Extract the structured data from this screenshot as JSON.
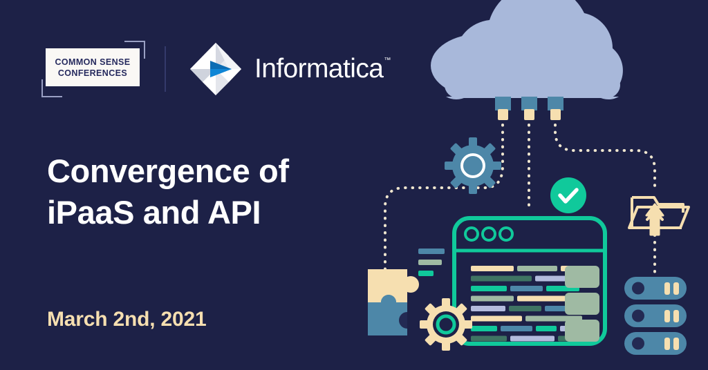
{
  "background_color": "#1d2147",
  "header": {
    "conference_logo": {
      "name": "common-sense-conferences",
      "line1": "COMMON SENSE",
      "line2": "CONFERENCES",
      "plate_color": "#faf8f5",
      "text_color": "#262a5e",
      "bracket_color": "#9aa0c4"
    },
    "divider_color": "#343a6b",
    "partner_logo": {
      "name": "informatica",
      "wordmark": "Informatica",
      "trademark": "™",
      "wordmark_color": "#ffffff",
      "mark_accent_color": "#0a6cb4",
      "mark_light_color": "#ffffff",
      "mark_shade_color": "#c9ccd6"
    }
  },
  "main": {
    "headline": "Convergence of\niPaaS and API",
    "headline_color": "#ffffff",
    "date": "March 2nd, 2021",
    "date_color": "#f6dfb0"
  },
  "illustration": {
    "name": "ipaas-api-integration-diagram",
    "palette": {
      "cloud": "#a8b8da",
      "teal": "#10c99b",
      "teal_dark": "#0fb992",
      "steel": "#4d87a8",
      "steel_dark": "#3d7694",
      "cream": "#f6dfb0",
      "sage": "#9fbaa3",
      "lavender": "#b3bbdd",
      "green_dark": "#3f7463",
      "dotted": "#efe6cf"
    },
    "elements": [
      {
        "name": "cloud",
        "label": "cloud"
      },
      {
        "name": "cloud-connector-plug",
        "label": "connector plug",
        "count": 3
      },
      {
        "name": "gear-icon-upper",
        "label": "settings gear"
      },
      {
        "name": "check-circle-icon",
        "label": "success check"
      },
      {
        "name": "folder-upload-icon",
        "label": "folder upload"
      },
      {
        "name": "server-rack-icon",
        "label": "server rack",
        "count": 3
      },
      {
        "name": "puzzle-piece-icon",
        "label": "puzzle pieces",
        "count": 2
      },
      {
        "name": "gear-icon-lower",
        "label": "configuration gear"
      },
      {
        "name": "code-window",
        "label": "code editor window"
      },
      {
        "name": "window-control-dot",
        "label": "window control dot",
        "count": 3
      },
      {
        "name": "code-panel-card",
        "label": "panel card",
        "count": 3
      }
    ],
    "code_lines": [
      [
        {
          "w": 62,
          "c": "#f6dfb0"
        },
        {
          "w": 58,
          "c": "#9fbaa3"
        },
        {
          "w": 32,
          "c": "#f6dfb0"
        }
      ],
      [
        {
          "w": 88,
          "c": "#3f7463"
        },
        {
          "w": 50,
          "c": "#b3bbdd"
        }
      ],
      [
        {
          "w": 52,
          "c": "#10c99b"
        },
        {
          "w": 47,
          "c": "#4d87a8"
        },
        {
          "w": 48,
          "c": "#10c99b"
        }
      ],
      [
        {
          "w": 62,
          "c": "#9fbaa3"
        },
        {
          "w": 86,
          "c": "#f6dfb0"
        }
      ],
      [
        {
          "w": 50,
          "c": "#b3bbdd"
        },
        {
          "w": 47,
          "c": "#3f7463"
        },
        {
          "w": 50,
          "c": "#4d87a8"
        }
      ],
      [
        {
          "w": 74,
          "c": "#f6dfb0"
        },
        {
          "w": 82,
          "c": "#9fbaa3"
        }
      ],
      [
        {
          "w": 38,
          "c": "#10c99b"
        },
        {
          "w": 46,
          "c": "#4d87a8"
        },
        {
          "w": 30,
          "c": "#10c99b"
        },
        {
          "w": 40,
          "c": "#b3bbdd"
        }
      ],
      [
        {
          "w": 52,
          "c": "#3f7463"
        },
        {
          "w": 64,
          "c": "#b3bbdd"
        },
        {
          "w": 26,
          "c": "#3f7463"
        }
      ]
    ],
    "side_bars": [
      {
        "w": 38,
        "c": "#4d87a8"
      },
      {
        "w": 34,
        "c": "#9fbaa3"
      },
      {
        "w": 22,
        "c": "#10c99b"
      }
    ]
  }
}
